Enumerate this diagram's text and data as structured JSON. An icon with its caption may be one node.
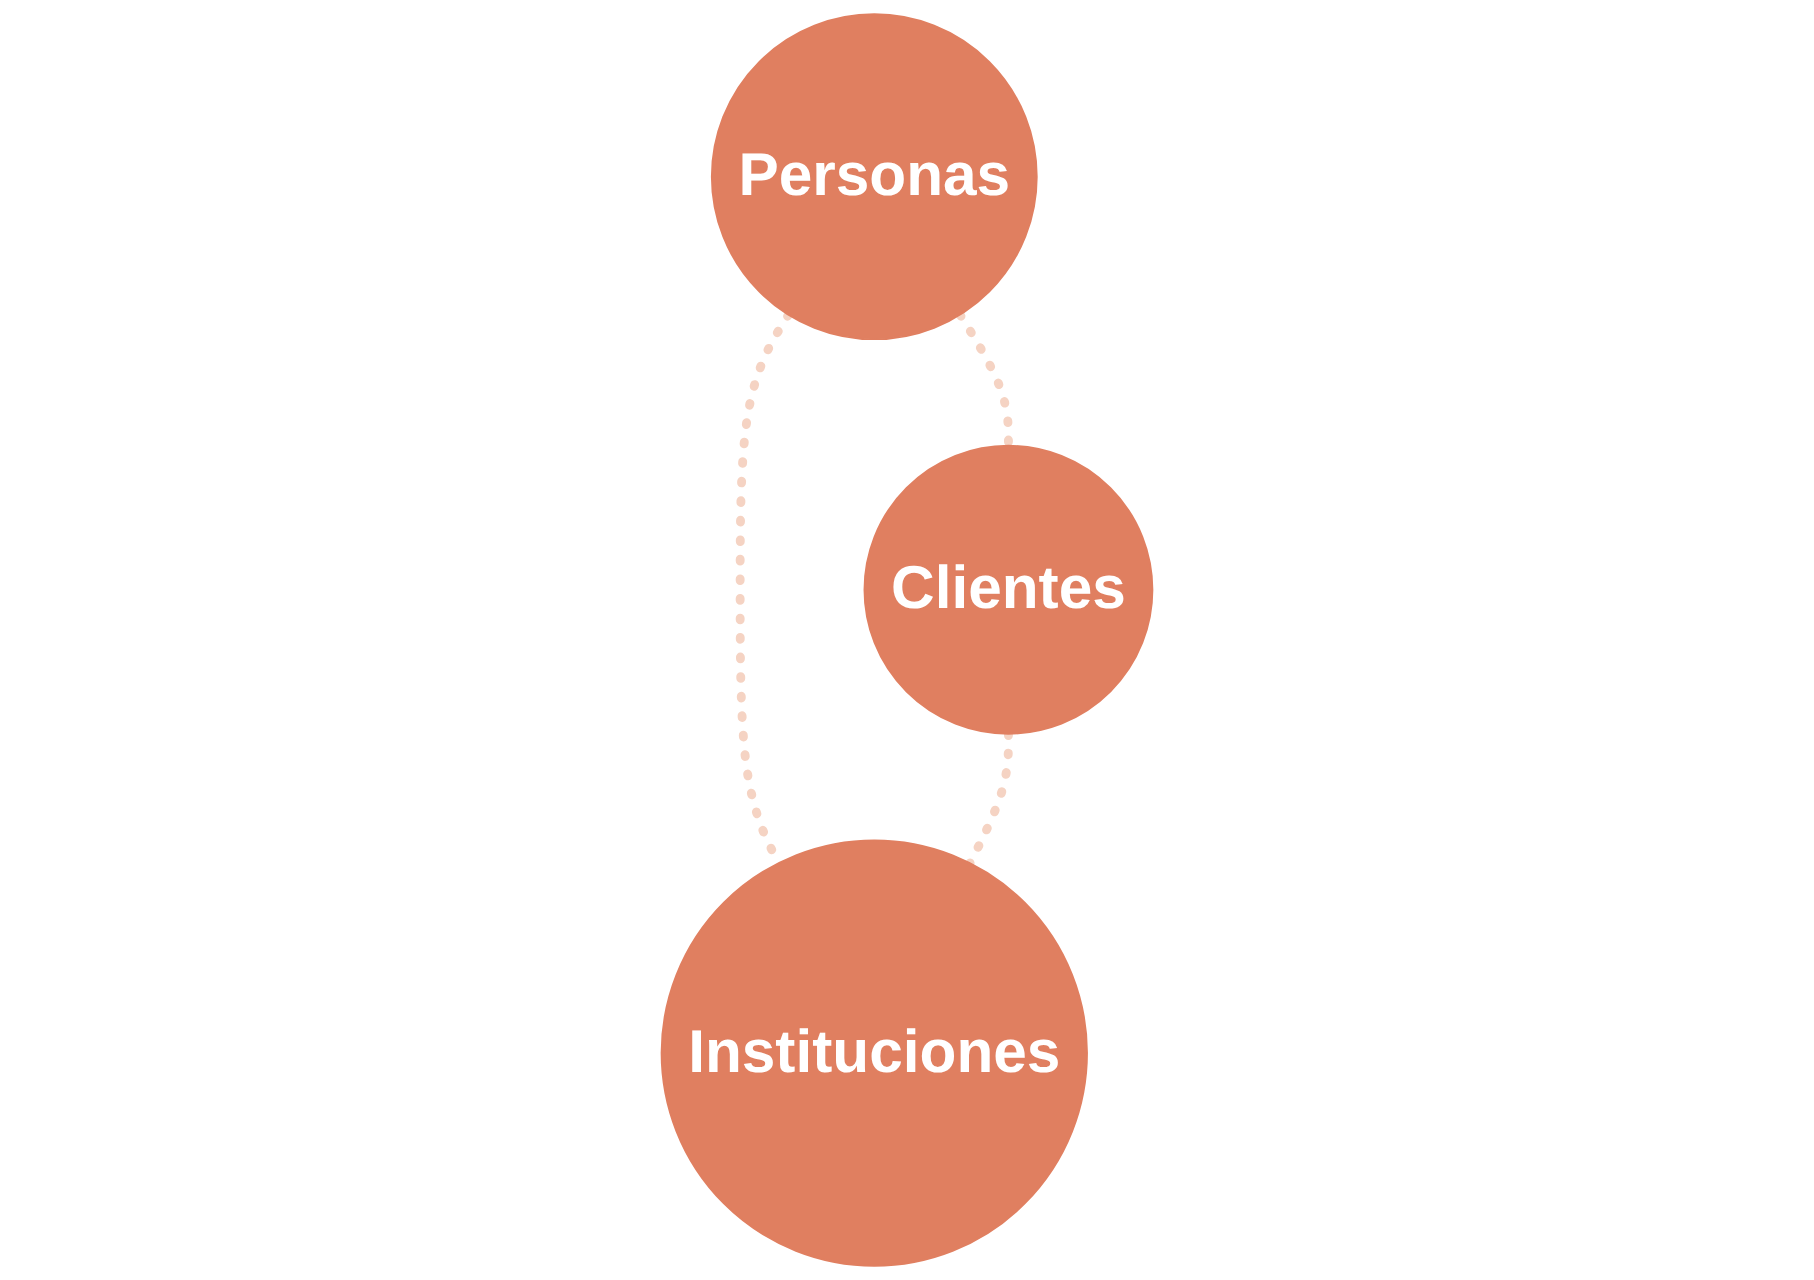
{
  "diagram": {
    "nodes": [
      {
        "text": [
          "Personas"
        ]
      },
      {
        "text": [
          "Clientes"
        ]
      },
      {
        "text": [
          "Instituciones"
        ]
      }
    ],
    "edges": [
      {
        "from": 0,
        "to": 1,
        "arrow": "none",
        "style": "dashed"
      },
      {
        "from": 0,
        "to": 2,
        "arrow": "none",
        "style": "dashed"
      },
      {
        "from": 1,
        "to": 2,
        "arrow": "none",
        "style": "dashed"
      }
    ]
  }
}
